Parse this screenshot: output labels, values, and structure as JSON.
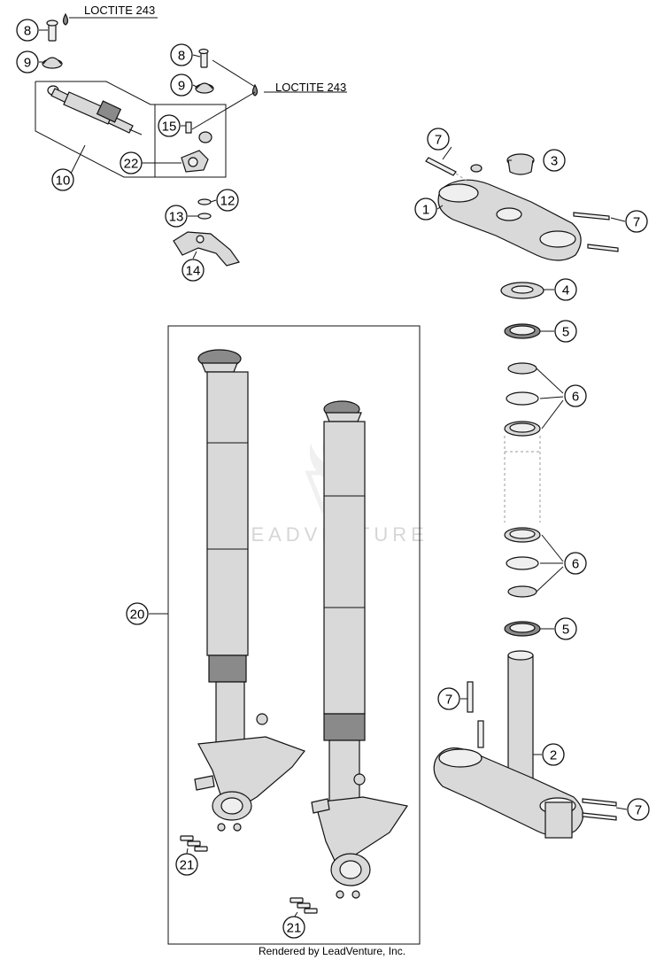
{
  "annotations": {
    "loctite_top": "LOCTITE 243",
    "loctite_mid": "LOCTITE 243"
  },
  "callouts": [
    {
      "id": "c8a",
      "num": "8"
    },
    {
      "id": "c9a",
      "num": "9"
    },
    {
      "id": "c10",
      "num": "10"
    },
    {
      "id": "c8b",
      "num": "8"
    },
    {
      "id": "c9b",
      "num": "9"
    },
    {
      "id": "c15",
      "num": "15"
    },
    {
      "id": "c22",
      "num": "22"
    },
    {
      "id": "c12",
      "num": "12"
    },
    {
      "id": "c13",
      "num": "13"
    },
    {
      "id": "c14",
      "num": "14"
    },
    {
      "id": "c7a",
      "num": "7"
    },
    {
      "id": "c3",
      "num": "3"
    },
    {
      "id": "c1",
      "num": "1"
    },
    {
      "id": "c7b",
      "num": "7"
    },
    {
      "id": "c4",
      "num": "4"
    },
    {
      "id": "c5a",
      "num": "5"
    },
    {
      "id": "c6a",
      "num": "6"
    },
    {
      "id": "c6b",
      "num": "6"
    },
    {
      "id": "c5b",
      "num": "5"
    },
    {
      "id": "c20",
      "num": "20"
    },
    {
      "id": "c7c",
      "num": "7"
    },
    {
      "id": "c2",
      "num": "2"
    },
    {
      "id": "c7d",
      "num": "7"
    },
    {
      "id": "c21a",
      "num": "21"
    },
    {
      "id": "c21b",
      "num": "21"
    }
  ],
  "watermark": "LEADVENTURE",
  "footer": {
    "credit": "Rendered by LeadVenture, Inc."
  },
  "colors": {
    "line": "#111111",
    "part_fill": "#d9d9d9",
    "part_dark": "#8a8a8a",
    "watermark": "#d6d6d6"
  }
}
